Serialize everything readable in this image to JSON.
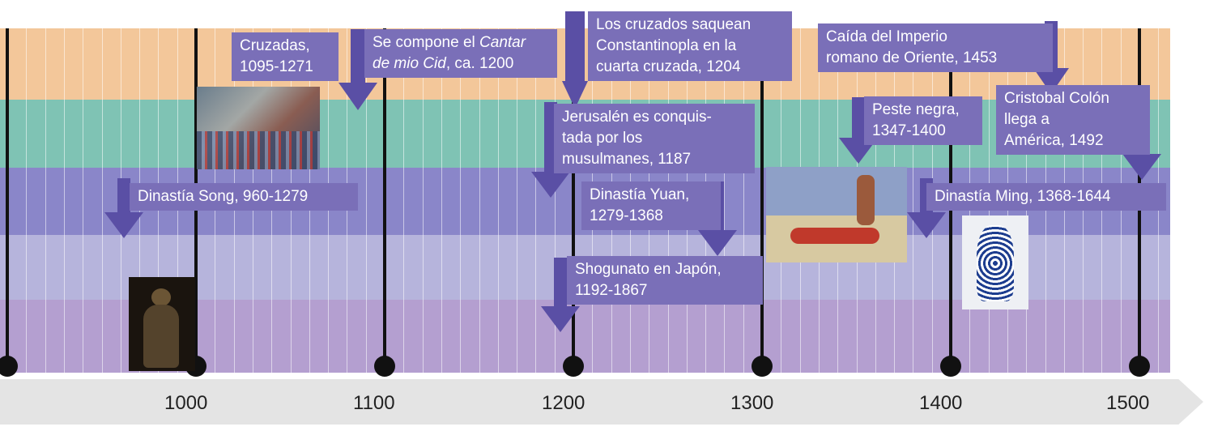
{
  "axis": {
    "ticks": [
      "1000",
      "1100",
      "1200",
      "1300",
      "1400",
      "1500"
    ]
  },
  "events": {
    "cruzadas": [
      "Cruzadas,",
      "1095-1271"
    ],
    "cantar": {
      "prefix": "Se compone el ",
      "italic1": "Cantar",
      "italic2": "de mio Cid",
      "suffix": ", ca. 1200"
    },
    "constantinopla": [
      "Los cruzados saquean",
      "Constantinopla en la",
      "cuarta cruzada, 1204"
    ],
    "caida": [
      "Caída del Imperio",
      "romano de Oriente, 1453"
    ],
    "jerusalen": [
      "Jerusalén es conquis-",
      "tada por los",
      "musulmanes, 1187"
    ],
    "peste": [
      "Peste negra,",
      "1347-1400"
    ],
    "colon": [
      "Cristobal Colón",
      "llega a",
      "América, 1492"
    ],
    "song": [
      "Dinastía Song, 960-1279"
    ],
    "yuan": [
      "Dinastía Yuan,",
      "1279-1368"
    ],
    "ming": [
      "Dinastía Ming, 1368-1644"
    ],
    "shogunato": [
      "Shogunato en Japón,",
      "1192-1867"
    ]
  },
  "colors": {
    "band1": "#f3c79a",
    "band2": "#7fc3b4",
    "band3": "#8a86c9",
    "band4": "#b6b4dc",
    "band5": "#b49fd0",
    "label": "#7a6fb8",
    "arrow": "#5a4fa5",
    "axis": "#e4e4e4"
  }
}
